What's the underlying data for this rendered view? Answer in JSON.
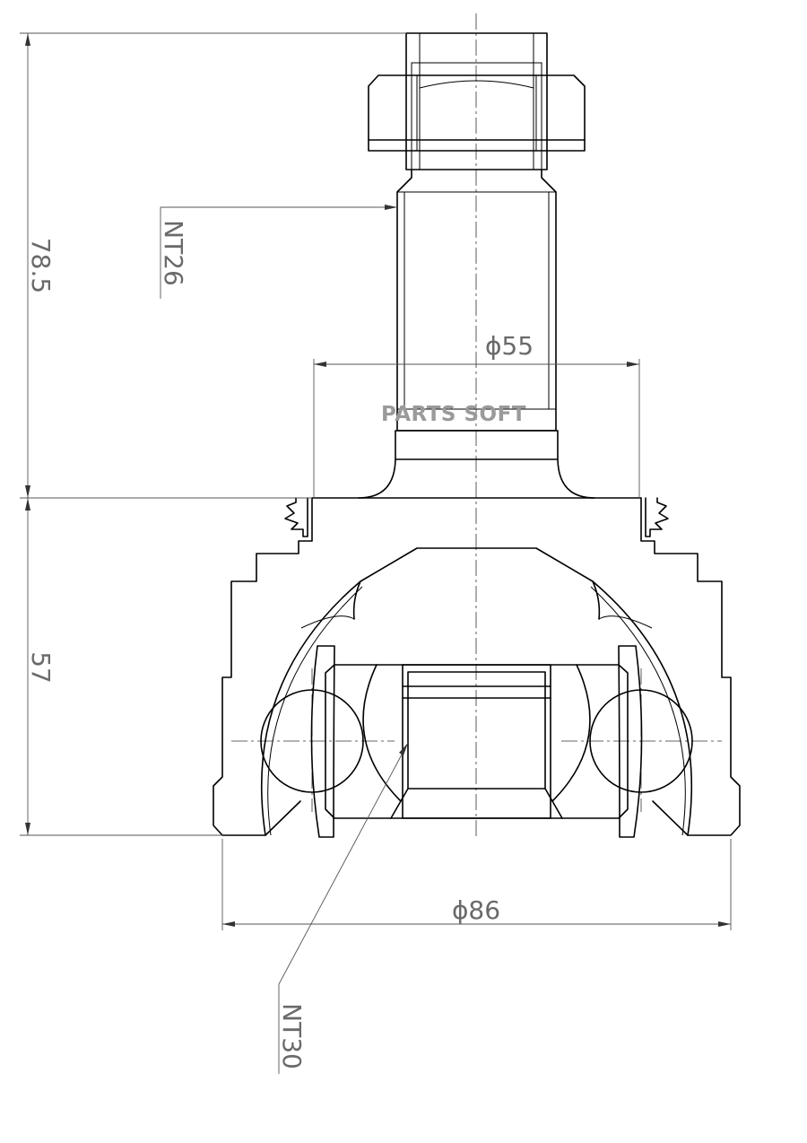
{
  "dimensions": {
    "overall_height_upper": "78.5",
    "overall_height_lower": "57",
    "flange_diameter": "ϕ55",
    "outer_diameter": "ϕ86"
  },
  "splines": {
    "outer_teeth": "NT26",
    "inner_teeth": "NT30"
  },
  "watermark": "PARTS SOFT"
}
